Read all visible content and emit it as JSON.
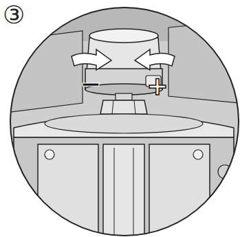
{
  "diagram": {
    "labels": [
      "③",
      "−",
      "+"
    ]
  }
}
